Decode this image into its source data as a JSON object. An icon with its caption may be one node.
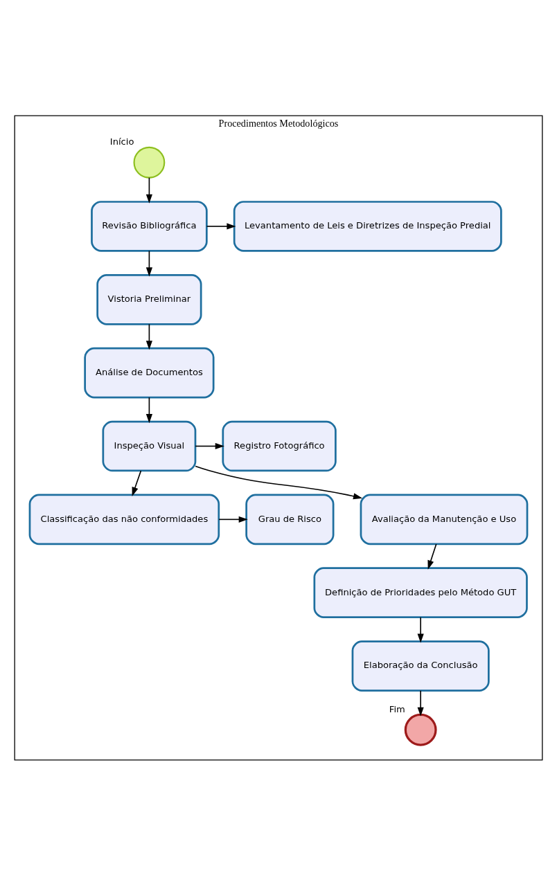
{
  "diagram": {
    "nodes": [
      {
        "text": [
          "Procedimentos Metodológicos"
        ]
      },
      {
        "text": [],
        "shape": "circle",
        "beside": [
          "Início"
        ],
        "in": 0
      },
      {
        "text": [
          "Revisão Bibliográfica"
        ],
        "in": 0
      },
      {
        "text": [
          "Levantamento de Leis e Diretrizes de Inspeção Predial"
        ],
        "in": 0
      },
      {
        "text": [
          "Vistoria Preliminar"
        ],
        "in": 0
      },
      {
        "text": [
          "Análise de Documentos"
        ],
        "in": 0
      },
      {
        "text": [
          "Inspeção Visual"
        ],
        "in": 0
      },
      {
        "text": [
          "Registro Fotográfico"
        ],
        "in": 0
      },
      {
        "text": [
          "Classificação das não conformidades"
        ],
        "in": 0
      },
      {
        "text": [
          "Grau de Risco"
        ],
        "in": 0
      },
      {
        "text": [
          "Avaliação da Manutenção e Uso"
        ],
        "in": 0
      },
      {
        "text": [
          "Definição de Prioridades pelo Método GUT"
        ],
        "in": 0
      },
      {
        "text": [
          "Elaboração da Conclusão"
        ],
        "in": 0
      },
      {
        "text": [],
        "shape": "circle",
        "beside": [
          "Fim"
        ],
        "in": 0
      }
    ],
    "edges": [
      {
        "from": 1,
        "to": 2,
        "arrow": "to"
      },
      {
        "from": 2,
        "to": 3,
        "arrow": "to"
      },
      {
        "from": 2,
        "to": 4,
        "arrow": "to"
      },
      {
        "from": 4,
        "to": 5,
        "arrow": "to"
      },
      {
        "from": 5,
        "to": 6,
        "arrow": "to"
      },
      {
        "from": 6,
        "to": 7,
        "arrow": "to"
      },
      {
        "from": 6,
        "to": 8,
        "arrow": "to"
      },
      {
        "from": 8,
        "to": 9,
        "arrow": "to"
      },
      {
        "from": 6,
        "to": 10,
        "arrow": "to"
      },
      {
        "from": 10,
        "to": 11,
        "arrow": "to"
      },
      {
        "from": 11,
        "to": 12,
        "arrow": "to"
      },
      {
        "from": 12,
        "to": 13,
        "arrow": "to"
      }
    ]
  }
}
